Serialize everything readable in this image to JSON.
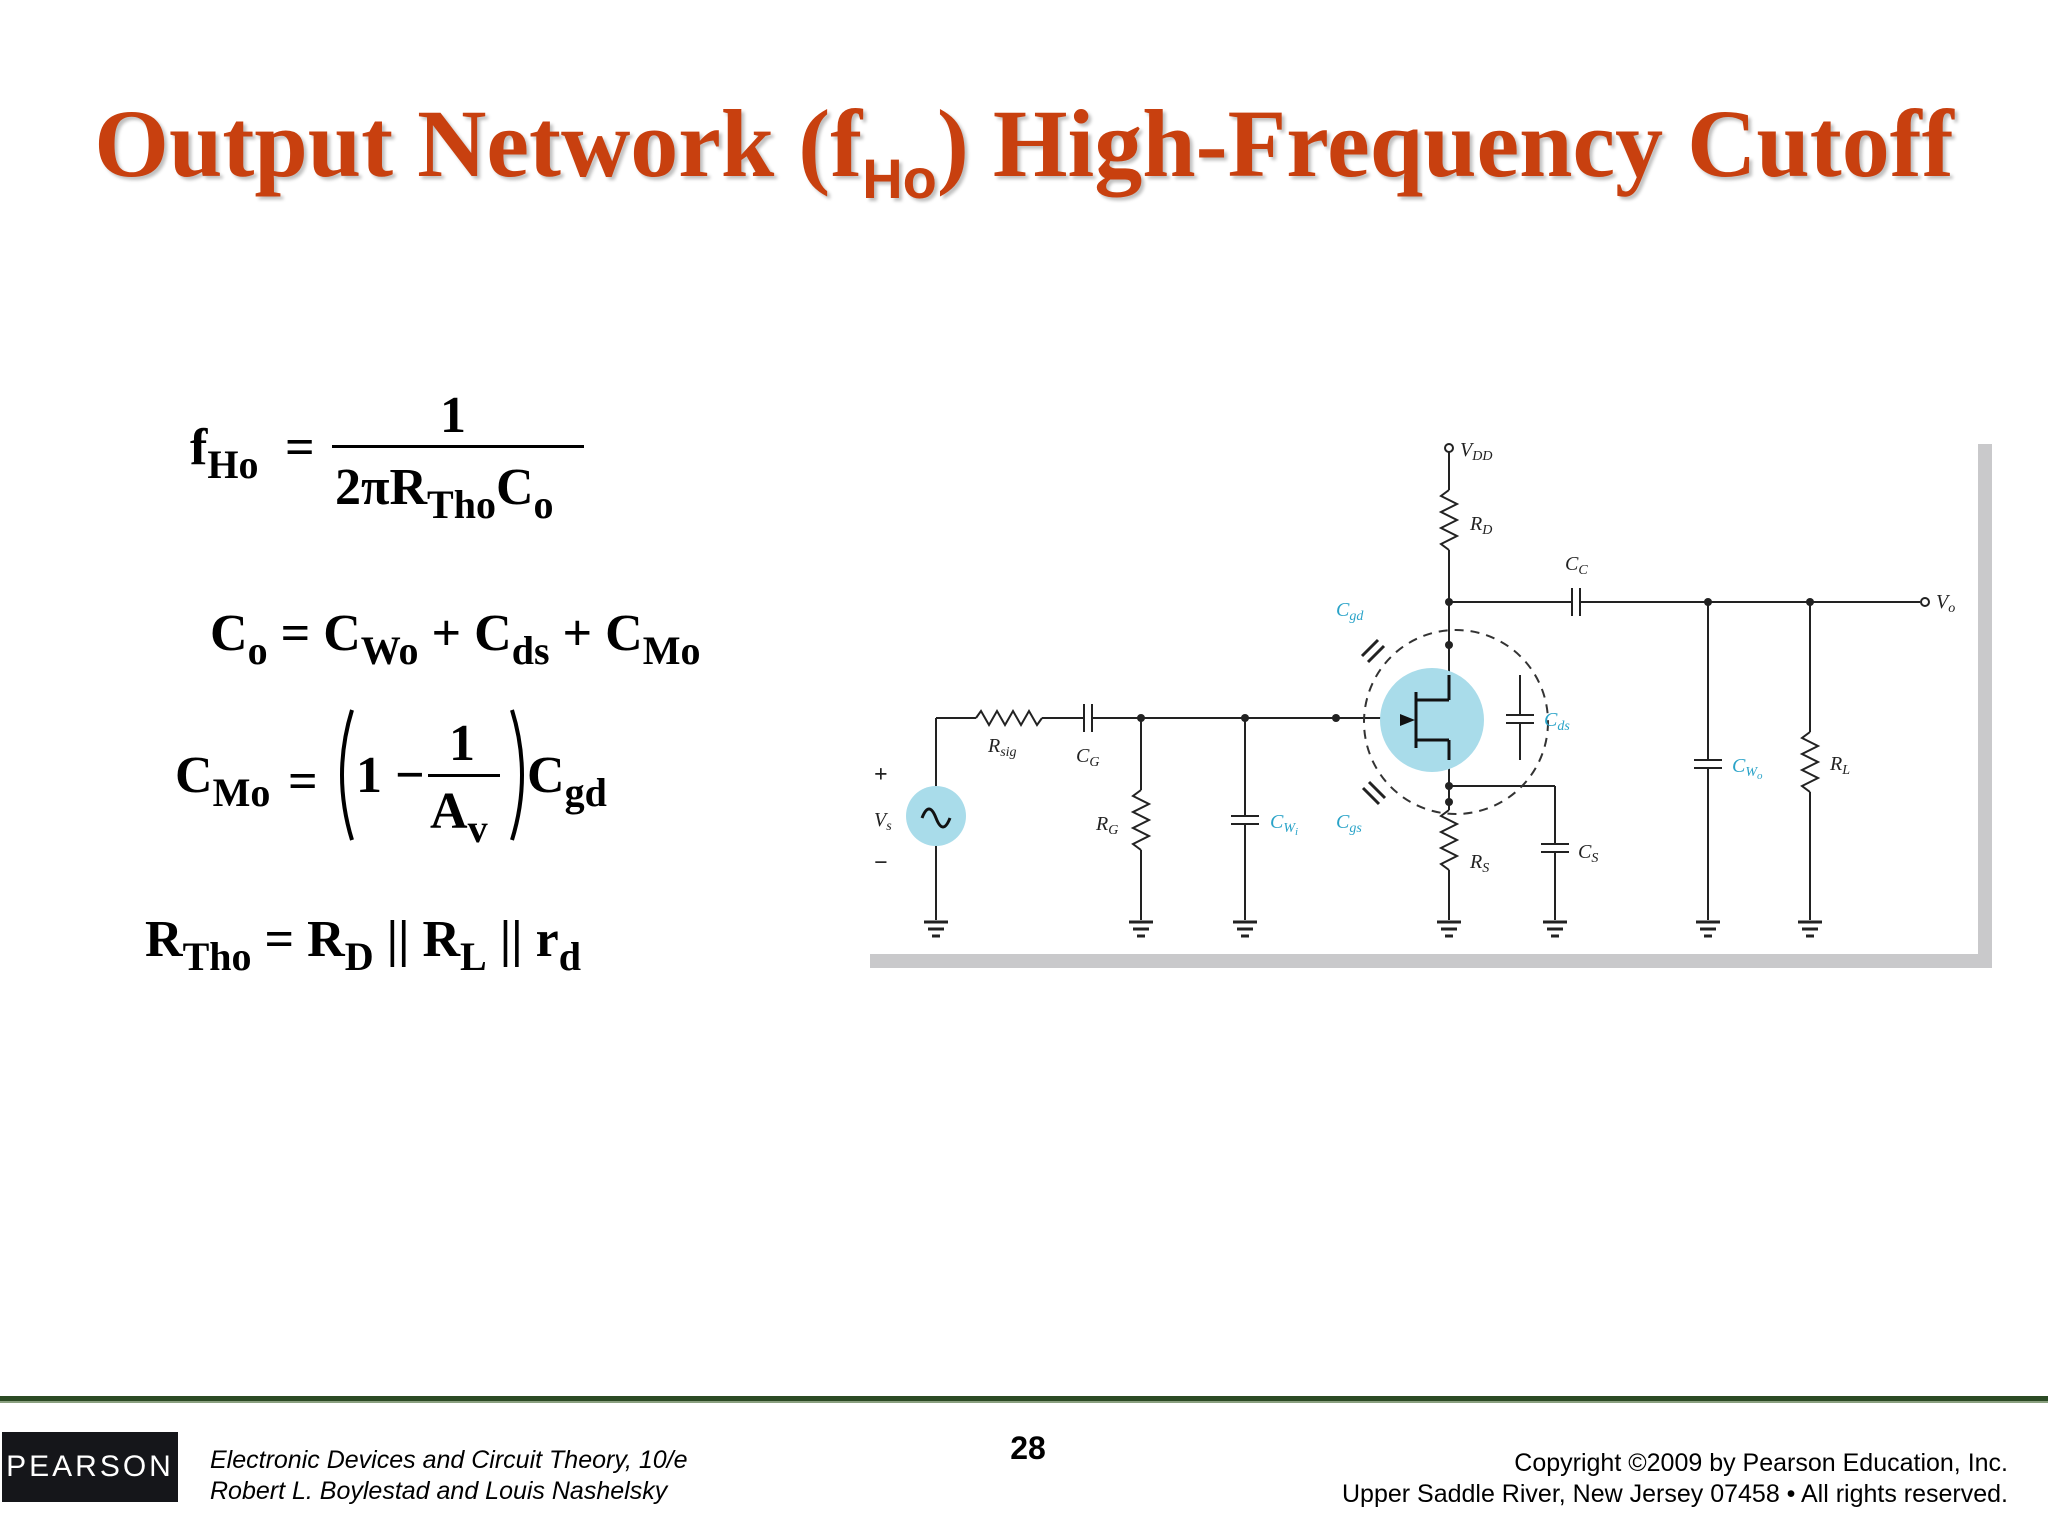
{
  "slide": {
    "title_main": "Output Network (f",
    "title_sub": "Ho",
    "title_rest": ") High-Frequency Cutoff",
    "page_number": "28"
  },
  "equations": {
    "fho": {
      "lhs": "f",
      "lhs_sub": "Ho",
      "eq": "=",
      "num": "1",
      "den_a": "2πR",
      "den_sub1": "Tho",
      "den_b": "C",
      "den_sub2": "o"
    },
    "co": {
      "text_a": "C",
      "sub_a": "o",
      "text_b": " = C",
      "sub_b": "Wo",
      "text_c": " + C",
      "sub_c": "ds",
      "text_d": " + C",
      "sub_d": "Mo"
    },
    "cmo": {
      "lhs": "C",
      "lhs_sub": "Mo",
      "eq": "=",
      "one": "1 −",
      "num": "1",
      "den": "A",
      "den_sub": "v",
      "rhs": "C",
      "rhs_sub": "gd"
    },
    "rtho": {
      "a": "R",
      "sa": "Tho",
      "b": " = R",
      "sb": "D",
      "c": " || R",
      "sc": "L",
      "d": " || r",
      "sd": "d"
    }
  },
  "circuit_labels": {
    "vdd": "V",
    "vdd_sub": "DD",
    "rd": "R",
    "rd_sub": "D",
    "cc": "C",
    "cc_sub": "C",
    "vo": "V",
    "vo_sub": "o",
    "cgd": "C",
    "cgd_sub": "gd",
    "cds": "C",
    "cds_sub": "ds",
    "cgs": "C",
    "cgs_sub": "gs",
    "rsig": "R",
    "rsig_sub": "sig",
    "cg": "C",
    "cg_sub": "G",
    "rg": "R",
    "rg_sub": "G",
    "cwi": "C",
    "cwi_sub": "W",
    "cwi_sub2": "i",
    "cs": "C",
    "cs_sub": "S",
    "rs": "R",
    "rs_sub": "S",
    "cwo": "C",
    "cwo_sub": "W",
    "cwo_sub2": "o",
    "rl": "R",
    "rl_sub": "L",
    "vs": "V",
    "vs_sub": "s",
    "plus": "+",
    "minus": "−"
  },
  "footer": {
    "logo": "PEARSON",
    "book_line1": "Electronic Devices and Circuit Theory, 10/e",
    "book_line2": "Robert L. Boylestad and Louis Nashelsky",
    "copyright_line1": "Copyright ©2009 by Pearson Education, Inc.",
    "copyright_line2": "Upper Saddle River, New Jersey 07458 • All rights reserved."
  },
  "colors": {
    "title": "#c8400f",
    "accent": "#2aa3c8",
    "footer_rule": "#2b4a24"
  }
}
